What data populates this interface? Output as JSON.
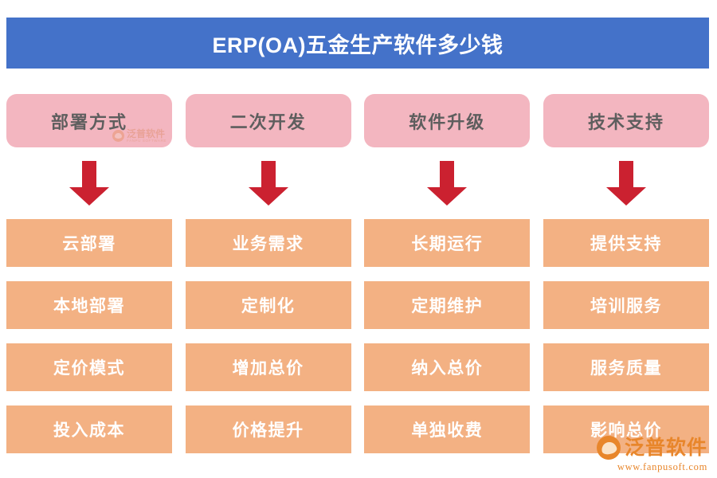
{
  "header": {
    "title": "ERP(OA)五金生产软件多少钱",
    "bg_color": "#4472C9",
    "text_color": "#ffffff"
  },
  "colors": {
    "pink": "#F3B6C0",
    "orange": "#F3B183",
    "arrow_red": "#CB2130",
    "pink_text": "#5E5E5E",
    "orange_text": "#ffffff",
    "brand_orange": "#E8862B"
  },
  "columns": [
    {
      "heading": "部署方式",
      "arrow": "arrow-down-icon",
      "items": [
        "云部署",
        "本地部署",
        "定价模式",
        "投入成本"
      ]
    },
    {
      "heading": "二次开发",
      "arrow": "arrow-down-icon",
      "items": [
        "业务需求",
        "定制化",
        "增加总价",
        "价格提升"
      ]
    },
    {
      "heading": "软件升级",
      "arrow": "arrow-down-icon",
      "items": [
        "长期运行",
        "定期维护",
        "纳入总价",
        "单独收费"
      ]
    },
    {
      "heading": "技术支持",
      "arrow": "arrow-down-icon",
      "items": [
        "提供支持",
        "培训服务",
        "服务质量",
        "影响总价"
      ]
    }
  ],
  "inline_watermark": {
    "cn": "泛普软件",
    "en": "FANPU SOFTWARE"
  },
  "brand": {
    "name_cn": "泛普软件",
    "url": "www.fanpusoft.com"
  }
}
